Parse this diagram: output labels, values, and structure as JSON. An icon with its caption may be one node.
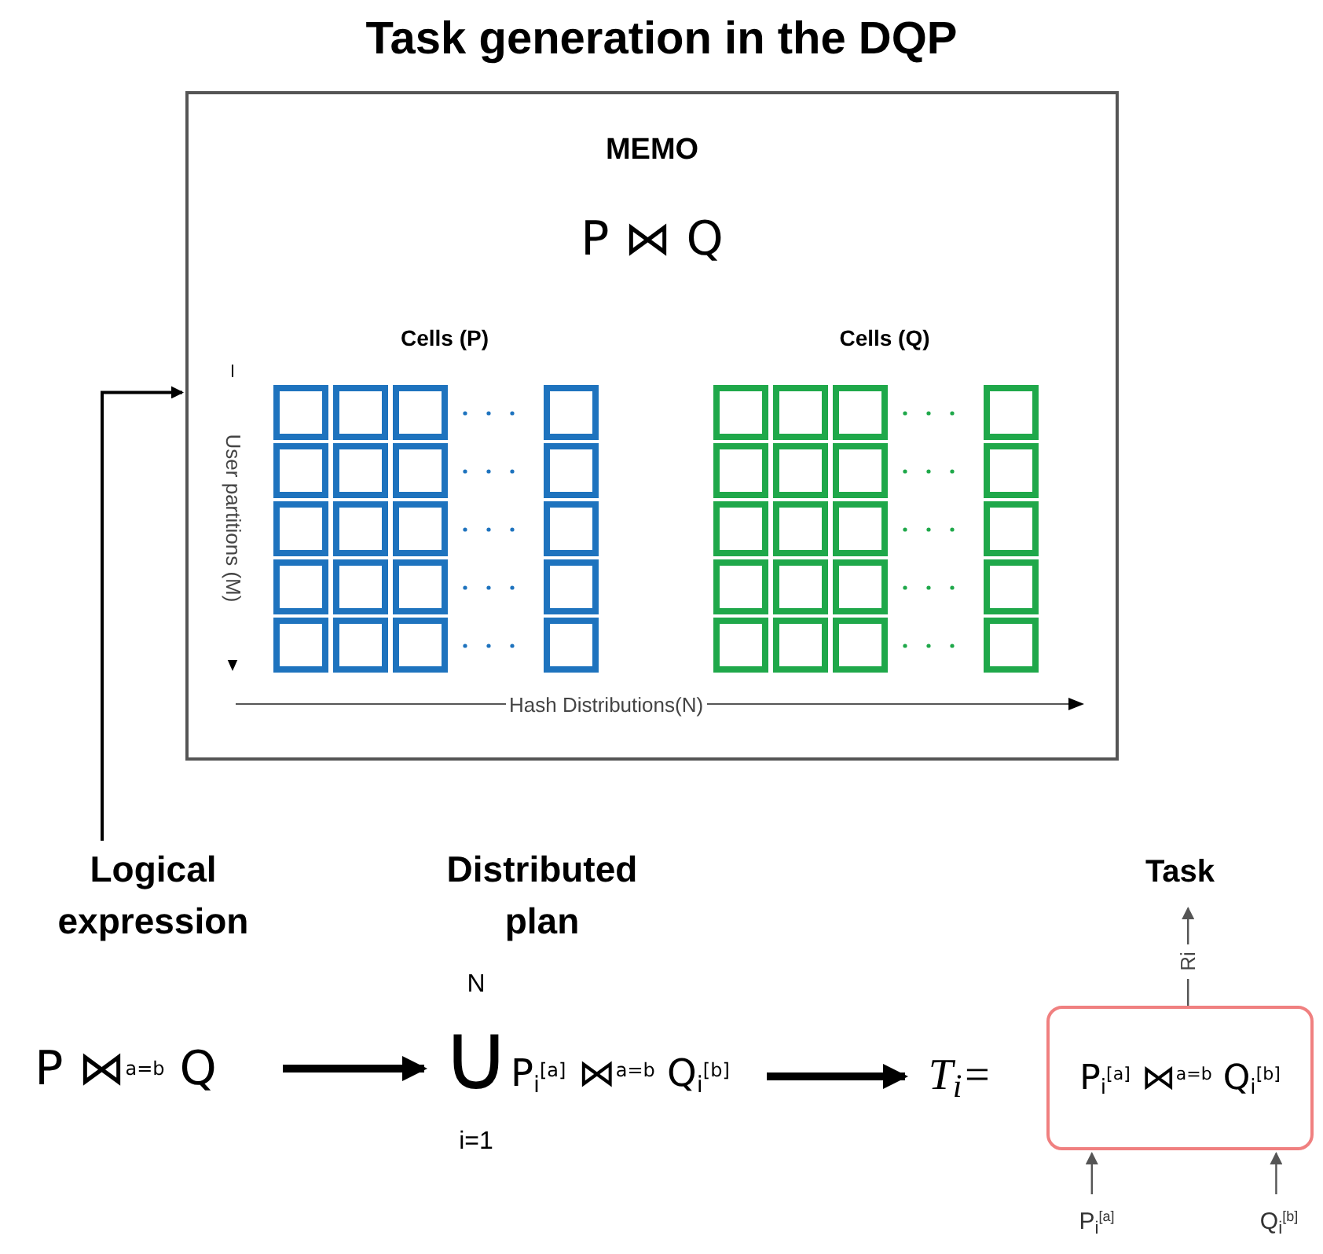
{
  "diagram": {
    "title": "Task generation in the DQP",
    "nodes": [
      {
        "text": [
          "MEMO",
          "P ⋈ Q"
        ]
      },
      {
        "text": [
          "Cells (P)"
        ],
        "in": 0
      },
      {
        "text": [
          "Cells (Q)"
        ],
        "in": 0
      },
      {
        "text": [
          "Logical expression"
        ]
      },
      {
        "text": [
          "P ⋈$^{a=b}$ Q"
        ]
      },
      {
        "text": [
          "Distributed plan"
        ]
      },
      {
        "text": [
          "N",
          "∪",
          "i=1",
          "P$_{i}$$^{[a]}$ ⋈$^{a=b}$ Q$_{i}$$^{[b]}$"
        ]
      },
      {
        "text": [
          "T$_{i}$="
        ]
      },
      {
        "text": [
          "P$_{i}$$^{[a]}$ ⋈$^{a=b}$ Q$_{i}$$^{[b]}$"
        ],
        "beside": [
          "Task"
        ]
      },
      {
        "text": [
          "P$_{i}$$^{[a]}$"
        ]
      },
      {
        "text": [
          "Q$_{i}$$^{[b]}$"
        ]
      }
    ],
    "edges": [
      {
        "from": 3,
        "to": 0,
        "arrow": "to"
      },
      {
        "from": 4,
        "to": 6,
        "arrow": "to",
        "style": "thick"
      },
      {
        "from": 6,
        "to": 7,
        "arrow": "to",
        "style": "thick"
      },
      {
        "from": 9,
        "to": 8,
        "arrow": "to"
      },
      {
        "from": 10,
        "to": 8,
        "arrow": "to"
      },
      {
        "from": 8,
        "to": null,
        "arrow": "to",
        "label": "Ri"
      }
    ],
    "labels": [
      "User partitions (M)",
      "Hash Distributions(N)"
    ]
  }
}
